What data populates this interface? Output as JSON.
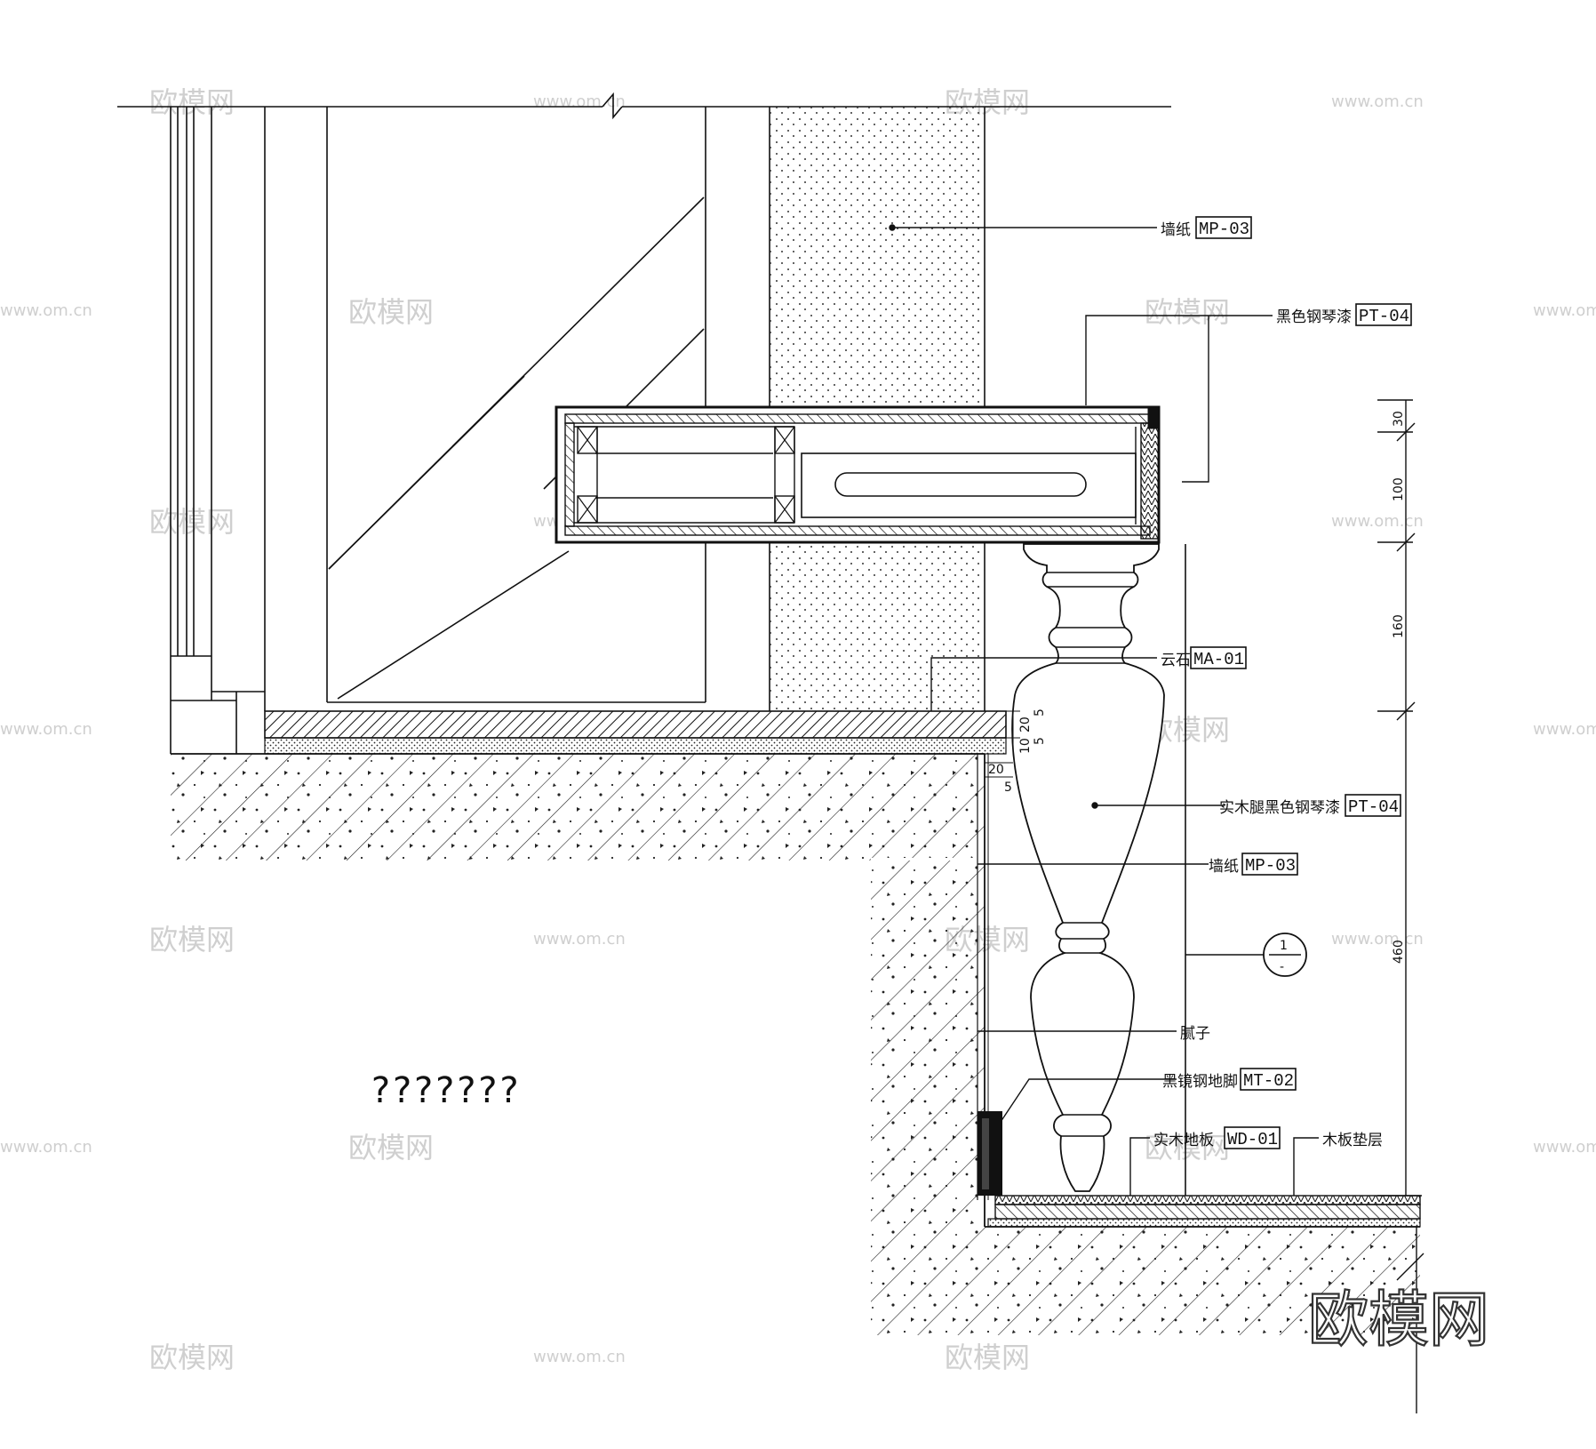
{
  "drawing": {
    "title": "???????",
    "brand_watermark": "欧模网",
    "watermark_text": "欧模网",
    "watermark_url": "www.om.cn"
  },
  "callouts": [
    {
      "id": "wallpaper-top",
      "text": "墙纸",
      "code": "MP-03"
    },
    {
      "id": "piano-paint-top",
      "text": "黑色钢琴漆",
      "code": "PT-04"
    },
    {
      "id": "marble",
      "text": "云石",
      "code": "MA-01"
    },
    {
      "id": "leg-paint",
      "text": "实木腿黑色钢琴漆",
      "code": "PT-04"
    },
    {
      "id": "wallpaper-mid",
      "text": "墙纸",
      "code": "MP-03"
    },
    {
      "id": "putty",
      "text": "腻子",
      "code": ""
    },
    {
      "id": "steel-foot",
      "text": "黑镜钢地脚",
      "code": "MT-02"
    },
    {
      "id": "wood-floor",
      "text": "实木地板",
      "code": "WD-01"
    },
    {
      "id": "board-layer",
      "text": "木板垫层",
      "code": ""
    }
  ],
  "dimensions": {
    "vertical": [
      "30",
      "100",
      "160",
      "460"
    ],
    "detail": [
      "20",
      "5",
      "5",
      "10",
      "20",
      "5"
    ]
  },
  "section_mark": {
    "number": "1",
    "sheet": "-"
  }
}
